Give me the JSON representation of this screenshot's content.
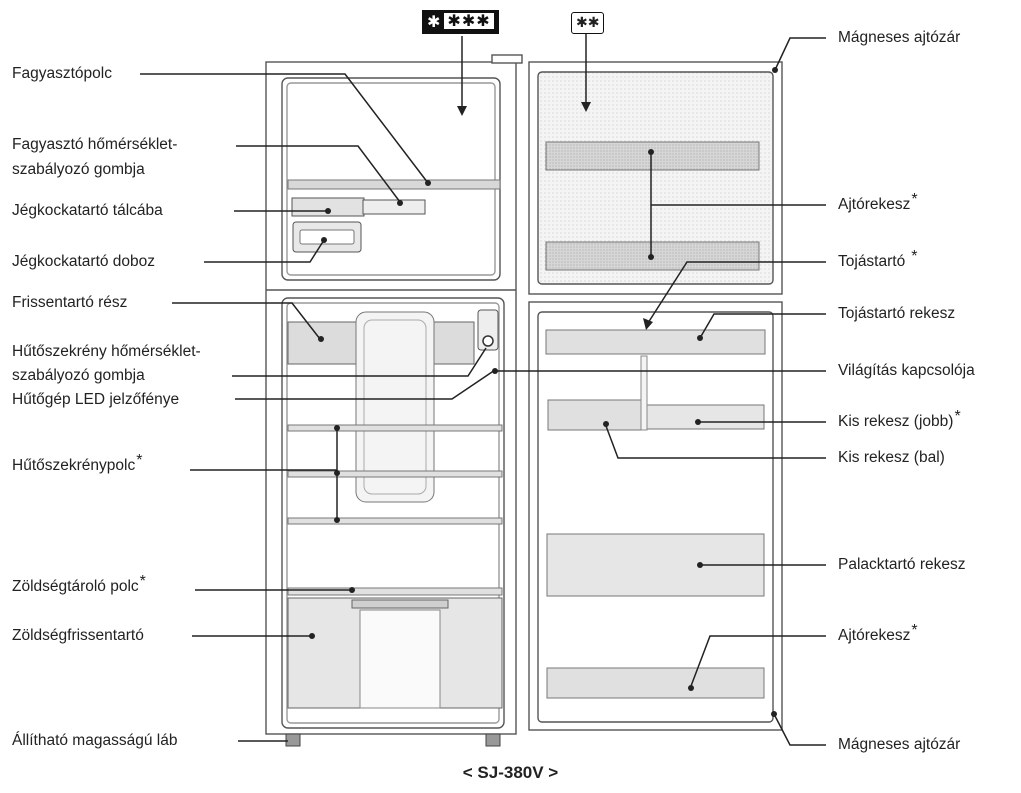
{
  "caption": "< SJ-380V >",
  "badges": {
    "freezer": {
      "star_left": "✱",
      "star_right": "✱✱✱"
    },
    "door": "✱✱"
  },
  "labels": {
    "freezer_shelf": "Fagyasztópolc",
    "freezer_temp_knob_l1": "Fagyasztó hőmérséklet-",
    "freezer_temp_knob_l2": "szabályozó gombja",
    "ice_tray": "Jégkockatartó tálcába",
    "ice_box": "Jégkockatartó doboz",
    "fresh_section": "Frissentartó rész",
    "fridge_temp_knob_l1": "Hűtőszekrény hőmérséklet-",
    "fridge_temp_knob_l2": "szabályozó gombja",
    "led": "Hűtőgép LED jelzőfénye",
    "fridge_shelf": "Hűtőszekrénypolc",
    "vegetable_shelf": "Zöldségtároló polc",
    "crisper": "Zöldségfrissentartó",
    "adjustable_foot": "Állítható magasságú láb",
    "magnetic_seal_top": "Mágneses ajtózár",
    "door_pocket_top": "Ajtórekesz",
    "egg_holder": "Tojástartó",
    "egg_pocket": "Tojástartó rekesz",
    "light_switch": "Világítás kapcsolója",
    "small_pocket_right": "Kis rekesz (jobb)",
    "small_pocket_left": "Kis rekesz (bal)",
    "bottle_pocket": "Palacktartó rekesz",
    "door_pocket_bottom": "Ajtórekesz",
    "magnetic_seal_bottom": "Mágneses ajtózár",
    "asterisk": "*"
  },
  "colors": {
    "line": "#222222",
    "outline": "#555555",
    "shade": "#d8d8d8",
    "fill": "#f2f2f2"
  }
}
